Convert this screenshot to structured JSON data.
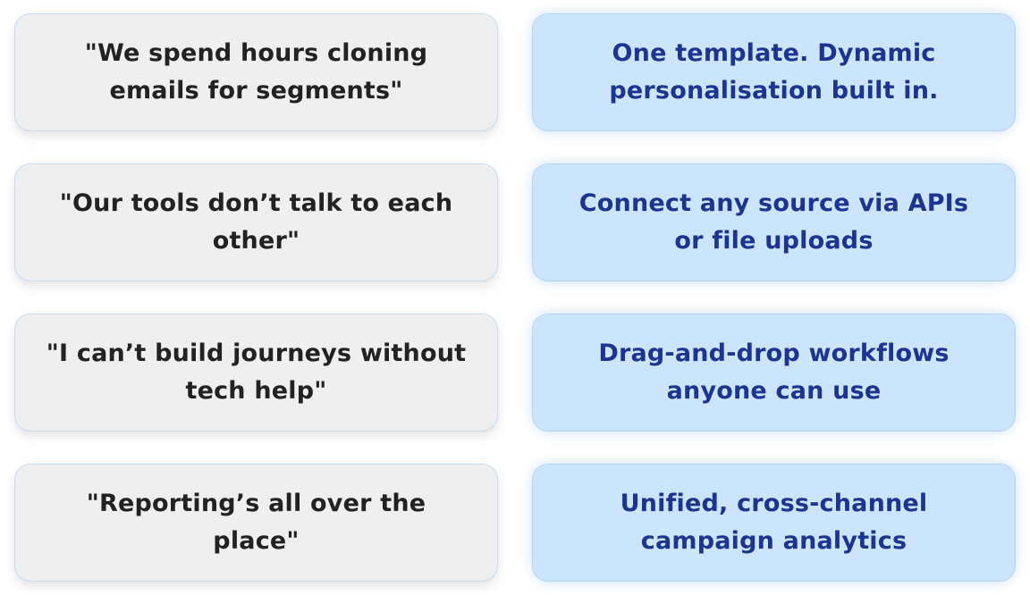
{
  "rows": [
    {
      "pain": "\"We spend hours cloning emails for segments\"",
      "solution": "One template. Dynamic personalisation built in."
    },
    {
      "pain": "\"Our tools don’t talk to each other\"",
      "solution": "Connect any source via APIs or file uploads"
    },
    {
      "pain": "\"I can’t build journeys without tech help\"",
      "solution": "Drag-and-drop workflows anyone can use"
    },
    {
      "pain": "\"Reporting’s all over the place\"",
      "solution": "Unified, cross-channel campaign analytics"
    }
  ],
  "colors": {
    "pain_bg": "#efefef",
    "pain_text": "#222222",
    "solution_bg": "#cde5fc",
    "solution_text": "#1b3590",
    "border": "#c7dcf2"
  }
}
